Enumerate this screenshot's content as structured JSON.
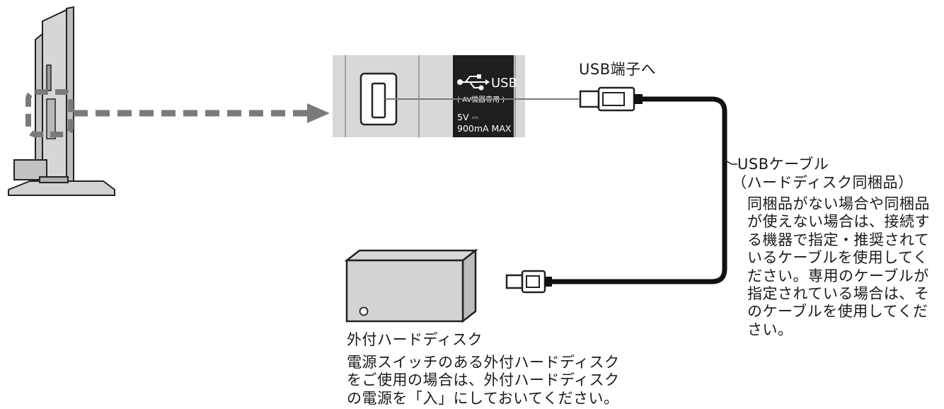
{
  "usb_port_panel": {
    "usb_label": "USB",
    "usage_note": "( AV機器専用 )",
    "rating_line1": "5V ⎓",
    "rating_line2": "900mA MAX"
  },
  "labels": {
    "to_usb_terminal": "USB端子へ",
    "cable_title": "USBケーブル",
    "cable_subtitle": "（ハードディスク同梱品）",
    "cable_note": [
      "同梱品がない場合や同梱品",
      "が使えない場合は、接続す",
      "る機器で指定・推奨されて",
      "いるケーブルを使用してく",
      "ださい。専用のケーブルが",
      "指定されている場合は、そ",
      "のケーブルを使用してくだ",
      "さい。"
    ],
    "hdd_title": "外付ハードディスク",
    "hdd_note": [
      "電源スイッチのある外付ハードディスク",
      "をご使用の場合は、外付ハードディスク",
      "の電源を「入」にしておいてください。"
    ]
  }
}
